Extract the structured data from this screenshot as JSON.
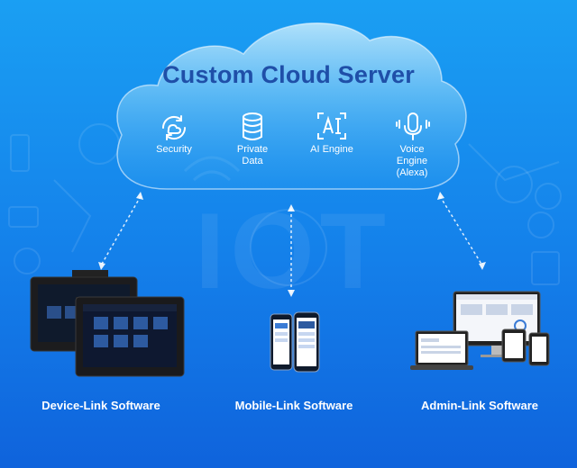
{
  "cloud": {
    "title": "Custom Cloud Server"
  },
  "services": [
    {
      "icon": "security-icon",
      "label": "Security"
    },
    {
      "icon": "database-icon",
      "label": "Private\nData"
    },
    {
      "icon": "ai-chip-icon",
      "label": "AI Engine"
    },
    {
      "icon": "microphone-icon",
      "label": "Voice\nEngine\n(Alexa)"
    }
  ],
  "watermark": "IOT",
  "devices": [
    {
      "name": "device-link",
      "label": "Device-Link Software"
    },
    {
      "name": "mobile-link",
      "label": "Mobile-Link Software"
    },
    {
      "name": "admin-link",
      "label": "Admin-Link Software"
    }
  ],
  "colors": {
    "title": "#1f4fa8",
    "bg_top": "#1a9ff3",
    "bg_bottom": "#0f63dc"
  }
}
